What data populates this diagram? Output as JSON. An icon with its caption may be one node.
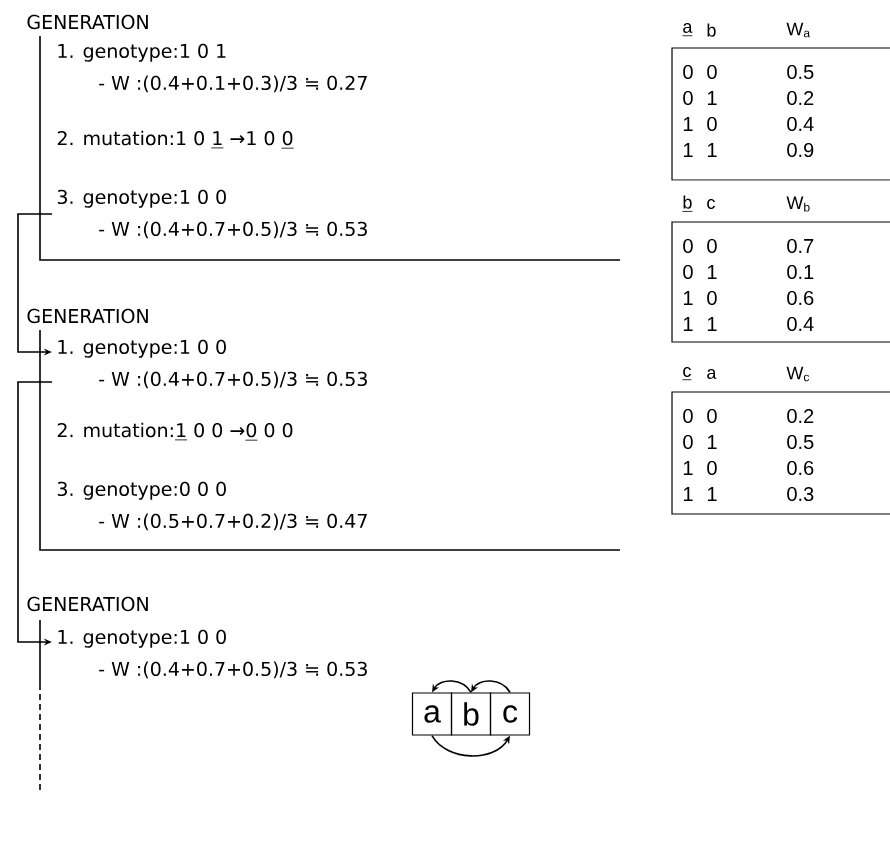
{
  "diagram": {
    "nodes": [
      {
        "text": [
          "GENERATION"
        ]
      },
      {
        "text": [
          "1. genotype:1 0 1",
          "- W :(0.4+0.1+0.3)/3 ≒ 0.27"
        ]
      },
      {
        "text": [
          "2. mutation:1 0 ",
          "1",
          " →1 0 ",
          "0"
        ]
      },
      {
        "text": [
          "3. genotype:1 0 0",
          "- W :(0.4+0.7+0.5)/3 ≒ 0.53"
        ]
      },
      {
        "text": [
          "GENERATION"
        ]
      },
      {
        "text": [
          "1. genotype:1 0 0",
          "- W :(0.4+0.7+0.5)/3 ≒ 0.53"
        ]
      },
      {
        "text": [
          "2. mutation:",
          "1",
          " 0 0 →",
          "0",
          " 0 0"
        ]
      },
      {
        "text": [
          "3. genotype:0 0 0",
          "- W :(0.5+0.7+0.2)/3 ≒ 0.47"
        ]
      },
      {
        "text": [
          "GENERATION"
        ]
      },
      {
        "text": [
          "1. genotype:1 0 0",
          "- W :(0.4+0.7+0.5)/3 ≒ 0.53"
        ]
      },
      {
        "text": [
          "a"
        ]
      },
      {
        "text": [
          "b"
        ]
      },
      {
        "text": [
          "c"
        ]
      }
    ],
    "edges": [
      {
        "from": 3,
        "to": 5,
        "arrow": "to"
      },
      {
        "from": 5,
        "to": 9,
        "arrow": "to"
      },
      {
        "from": 12,
        "to": 11,
        "arrow": "to"
      },
      {
        "from": 11,
        "to": 10,
        "arrow": "to"
      },
      {
        "from": 10,
        "to": 12,
        "arrow": "to"
      }
    ],
    "labels": [
      "a",
      "b",
      "W$_{a}$",
      "0",
      "0",
      "0.5",
      "0",
      "1",
      "0.2",
      "1",
      "0",
      "0.4",
      "1",
      "1",
      "0.9",
      "b",
      "c",
      "W$_{b}$",
      "0",
      "0",
      "0.7",
      "0",
      "1",
      "0.1",
      "1",
      "0",
      "0.6",
      "1",
      "1",
      "0.4",
      "c",
      "a",
      "W$_{c}$",
      "0",
      "0",
      "0.2",
      "0",
      "1",
      "0.5",
      "1",
      "0",
      "0.6",
      "1",
      "1",
      "0.3"
    ]
  }
}
